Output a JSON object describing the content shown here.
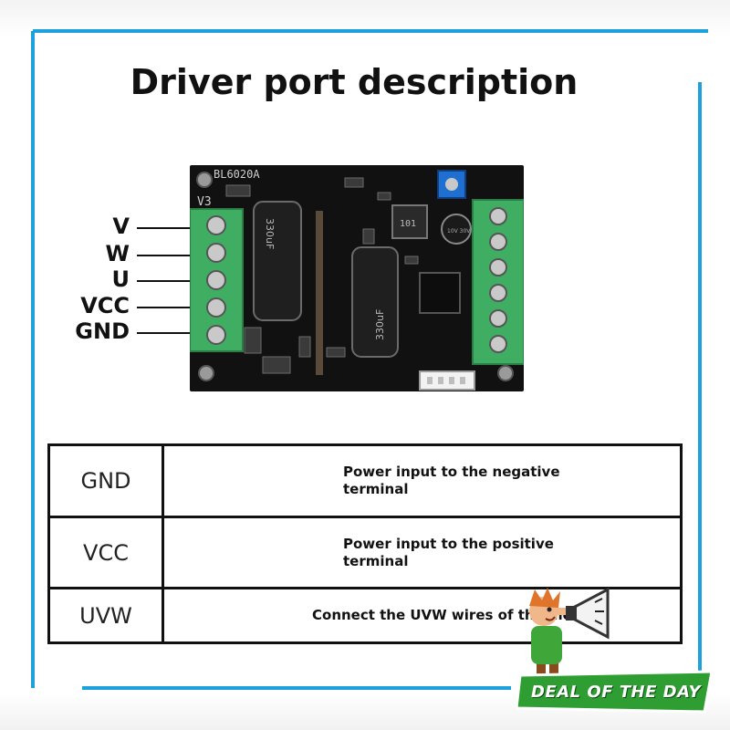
{
  "title": "Driver port description",
  "board": {
    "model": "BL6020A",
    "version": "V3",
    "capacitor_left": "330uF",
    "capacitor_right": "330uF",
    "inductor": "101",
    "small_cap": "10V 30V"
  },
  "port_labels": [
    "V",
    "W",
    "U",
    "VCC",
    "GND"
  ],
  "table": [
    {
      "port": "GND",
      "description": "Power input to the negative terminal"
    },
    {
      "port": "VCC",
      "description": "Power input to the positive terminal"
    },
    {
      "port": "UVW",
      "description": "Connect the UVW wires of the motor"
    }
  ],
  "badge": {
    "text": "DEAL OF THE DAY"
  },
  "colors": {
    "accent_border": "#1ea0dc",
    "terminal_green": "#3fae62",
    "badge_green": "#2e9e32",
    "board_black": "#111111"
  }
}
